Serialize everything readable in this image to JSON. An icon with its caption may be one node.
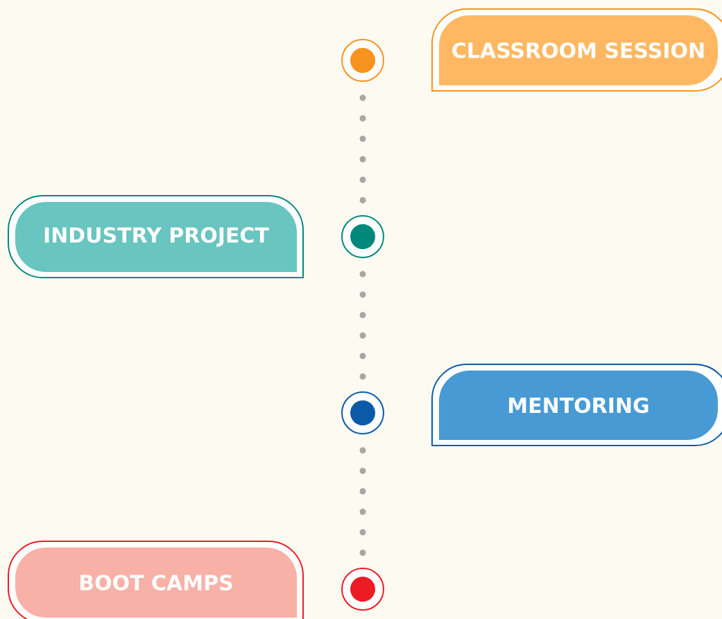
{
  "diagram": {
    "nodes": [
      {
        "text": [],
        "shape": "circle"
      },
      {
        "text": [
          "CLASSROOM SESSION"
        ]
      },
      {
        "text": [
          "INDUSTRY PROJECT"
        ]
      },
      {
        "text": [],
        "shape": "circle"
      },
      {
        "text": [],
        "shape": "circle"
      },
      {
        "text": [
          "MENTORING"
        ]
      },
      {
        "text": [
          "BOOT CAMPS"
        ]
      },
      {
        "text": [],
        "shape": "circle"
      }
    ],
    "edges": [
      {
        "from": 0,
        "to": 3,
        "arrow": "none",
        "style": "dashed"
      },
      {
        "from": 3,
        "to": 4,
        "arrow": "none",
        "style": "dashed"
      },
      {
        "from": 4,
        "to": 7,
        "arrow": "none",
        "style": "dashed"
      }
    ]
  }
}
